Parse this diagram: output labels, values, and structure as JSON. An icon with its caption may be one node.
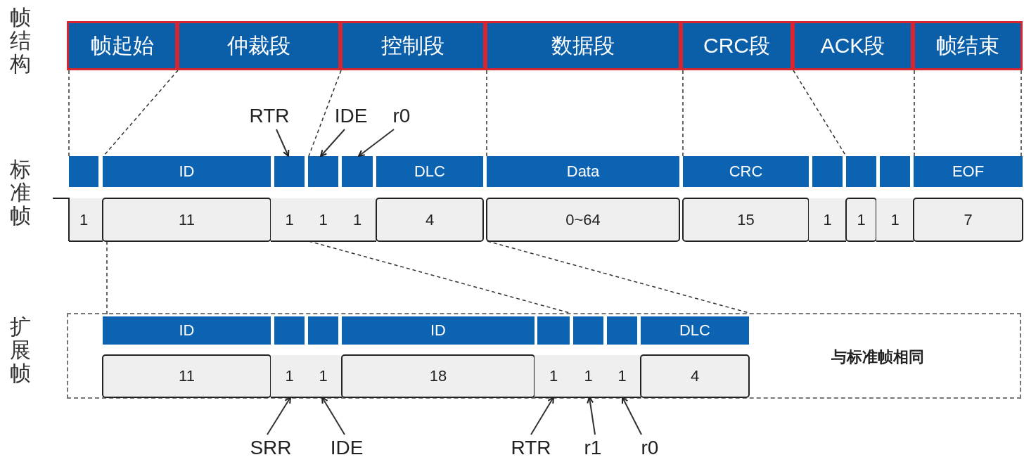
{
  "diagram": {
    "nodes": [
      {
        "text": [
          "帧起始"
        ]
      },
      {
        "text": [
          "仲裁段"
        ]
      },
      {
        "text": [
          "控制段"
        ]
      },
      {
        "text": [
          "数据段"
        ]
      },
      {
        "text": [
          "CRC段"
        ]
      },
      {
        "text": [
          "ACK段"
        ]
      },
      {
        "text": [
          "帧结束"
        ]
      },
      {
        "text": [
          "RTR"
        ]
      },
      {
        "text": [
          "IDE"
        ]
      },
      {
        "text": [
          "r0"
        ]
      },
      {
        "text": [
          "1"
        ]
      },
      {
        "text": [
          "ID",
          "11"
        ]
      },
      {
        "text": [
          "1"
        ]
      },
      {
        "text": [
          "1"
        ]
      },
      {
        "text": [
          "1"
        ]
      },
      {
        "text": [
          "DLC",
          "4"
        ]
      },
      {
        "text": [
          "Data",
          "0~64"
        ]
      },
      {
        "text": [
          "CRC",
          "15"
        ]
      },
      {
        "text": [
          "1"
        ]
      },
      {
        "text": [
          "1"
        ]
      },
      {
        "text": [
          "1"
        ]
      },
      {
        "text": [
          "EOF",
          "7"
        ]
      },
      {
        "text": [
          "与标准帧相同"
        ]
      },
      {
        "text": [
          "ID",
          "11"
        ],
        "in": 22
      },
      {
        "text": [
          "1"
        ],
        "in": 22
      },
      {
        "text": [
          "1"
        ],
        "in": 22
      },
      {
        "text": [
          "ID",
          "18"
        ],
        "in": 22
      },
      {
        "text": [
          "1"
        ],
        "in": 22
      },
      {
        "text": [
          "1"
        ],
        "in": 22
      },
      {
        "text": [
          "1"
        ],
        "in": 22
      },
      {
        "text": [
          "DLC",
          "4"
        ],
        "in": 22
      },
      {
        "text": [
          "SRR"
        ]
      },
      {
        "text": [
          "IDE"
        ]
      },
      {
        "text": [
          "RTR"
        ]
      },
      {
        "text": [
          "r1"
        ]
      },
      {
        "text": [
          "r0"
        ]
      }
    ],
    "edges": [
      {
        "from": 7,
        "to": 12,
        "arrow": "to"
      },
      {
        "from": 8,
        "to": 13,
        "arrow": "to"
      },
      {
        "from": 9,
        "to": 14,
        "arrow": "to"
      },
      {
        "from": 31,
        "to": 24,
        "arrow": "to"
      },
      {
        "from": 32,
        "to": 25,
        "arrow": "to"
      },
      {
        "from": 33,
        "to": 27,
        "arrow": "to"
      },
      {
        "from": 34,
        "to": 28,
        "arrow": "to"
      },
      {
        "from": 35,
        "to": 29,
        "arrow": "to"
      },
      {
        "from": 0,
        "to": 10,
        "arrow": "none",
        "style": "dashed"
      },
      {
        "from": 1,
        "to": 11,
        "arrow": "none",
        "style": "dashed"
      },
      {
        "from": 2,
        "to": 13,
        "arrow": "none",
        "style": "dashed"
      },
      {
        "from": 3,
        "to": 16,
        "arrow": "none",
        "style": "dashed"
      },
      {
        "from": 4,
        "to": 17,
        "arrow": "none",
        "style": "dashed"
      },
      {
        "from": 5,
        "to": 19,
        "arrow": "none",
        "style": "dashed"
      },
      {
        "from": 6,
        "to": 21,
        "arrow": "none",
        "style": "dashed"
      },
      {
        "from": 6,
        "to": 21,
        "arrow": "none",
        "style": "dashed"
      },
      {
        "from": 11,
        "to": 23,
        "arrow": "none",
        "style": "dashed"
      },
      {
        "from": 13,
        "to": 22,
        "arrow": "none",
        "style": "dashed"
      },
      {
        "from": 16,
        "to": 22,
        "arrow": "none",
        "style": "dashed"
      }
    ],
    "labels": [
      "帧结构",
      "标准帧",
      "扩展帧"
    ]
  }
}
